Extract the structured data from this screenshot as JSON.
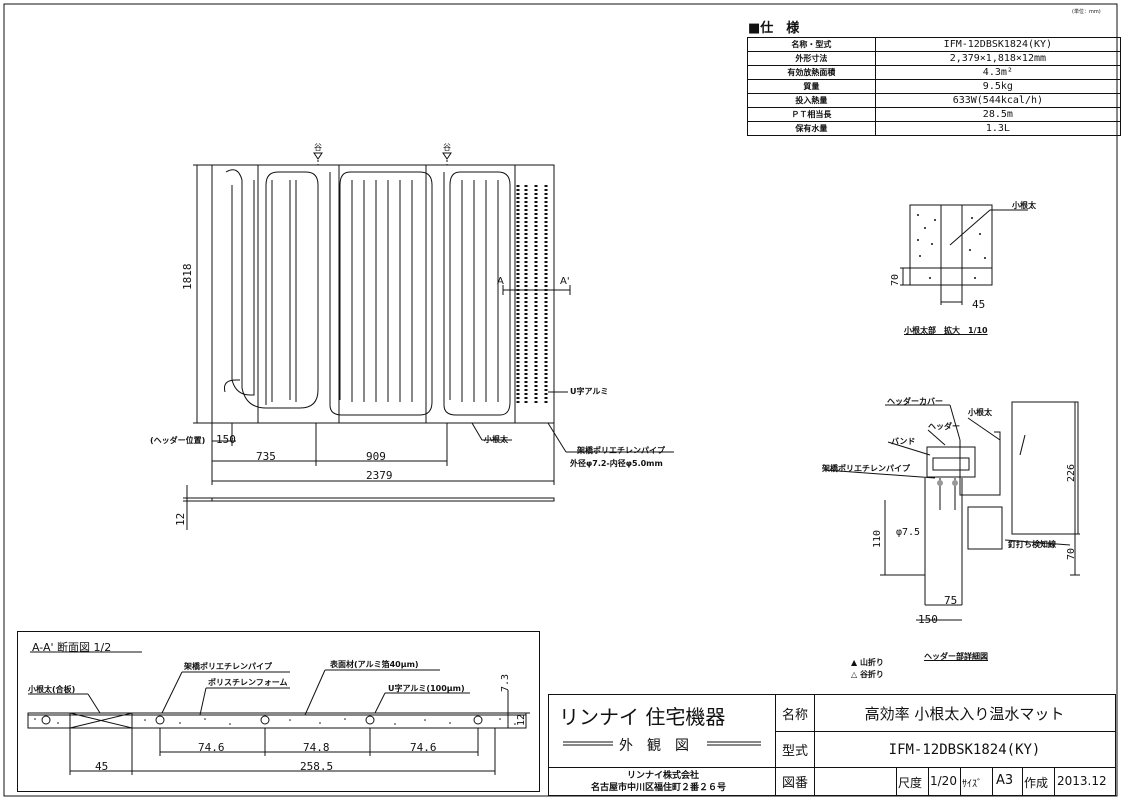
{
  "unit_note": "(単位：mm)",
  "spec": {
    "title": "■仕　様",
    "rows": [
      {
        "k": "名称・型式",
        "v": "IFM-12DBSK1824(KY)"
      },
      {
        "k": "外形寸法",
        "v": "2,379×1,818×12mm"
      },
      {
        "k": "有効放熱面積",
        "v": "4.3m²"
      },
      {
        "k": "質量",
        "v": "9.5kg"
      },
      {
        "k": "投入熱量",
        "v": "633W(544kcal/h)"
      },
      {
        "k": "ＰＴ相当長",
        "v": "28.5m"
      },
      {
        "k": "保有水量",
        "v": "1.3L"
      }
    ]
  },
  "plan": {
    "valley1": "谷",
    "valley2": "谷",
    "height_dim": "1818",
    "section_a": "A",
    "section_a2": "A'",
    "u_alumi": "U字アルミ",
    "konedai": "小根太",
    "header_pos": "(ヘッダー位置)",
    "dim_150": "150",
    "dim_735": "735",
    "dim_909": "909",
    "dim_2379": "2379",
    "dim_12": "12",
    "pipe_label": "架橋ポリエチレンパイプ",
    "pipe_size": "外径φ7.2-内径φ5.0mm"
  },
  "detail_konedai": {
    "label": "小根太",
    "dim_70": "70",
    "dim_45": "45",
    "caption": "小根太部　拡大　1/10"
  },
  "detail_header": {
    "header_cover": "ヘッダーカバー",
    "konedai": "小根太",
    "header": "ヘッダー",
    "band": "バンド",
    "pipe": "架橋ポリエチレンパイプ",
    "phi": "φ7.5",
    "dim_110": "110",
    "dim_226": "226",
    "dim_70": "70",
    "dim_75": "75",
    "dim_150": "150",
    "nail": "釘打ち検知線",
    "caption": "ヘッダー部詳細図"
  },
  "legend": {
    "mountain": "▲ 山折り",
    "valley": "△ 谷折り"
  },
  "section": {
    "title": "A-A' 断面図 1/2",
    "pipe": "架橋ポリエチレンパイプ",
    "foam": "ポリスチレンフォーム",
    "surface": "表面材(アルミ箔40μm)",
    "konedai": "小根太(合板)",
    "u_alumi": "U字アルミ(100μm)",
    "dim_7_3": "7.3",
    "dim_12": "12",
    "dim_74_6a": "74.6",
    "dim_74_8": "74.8",
    "dim_74_6b": "74.6",
    "dim_45": "45",
    "dim_258_5": "258.5"
  },
  "title_block": {
    "logo": "リンナイ 住宅機器",
    "drawing_type": "外　観　図",
    "company": "リンナイ株式会社",
    "address": "名古屋市中川区福住町２番２６号",
    "name_label": "名称",
    "name_value": "高効率 小根太入り温水マット",
    "model_label": "型式",
    "model_value": "IFM-12DBSK1824(KY)",
    "drawing_no_label": "図番",
    "scale_label": "尺度",
    "scale_value": "1/20",
    "size_label": "ｻｲｽﾞ",
    "size_value": "A3",
    "created_label": "作成",
    "created_value": "2013.12"
  }
}
